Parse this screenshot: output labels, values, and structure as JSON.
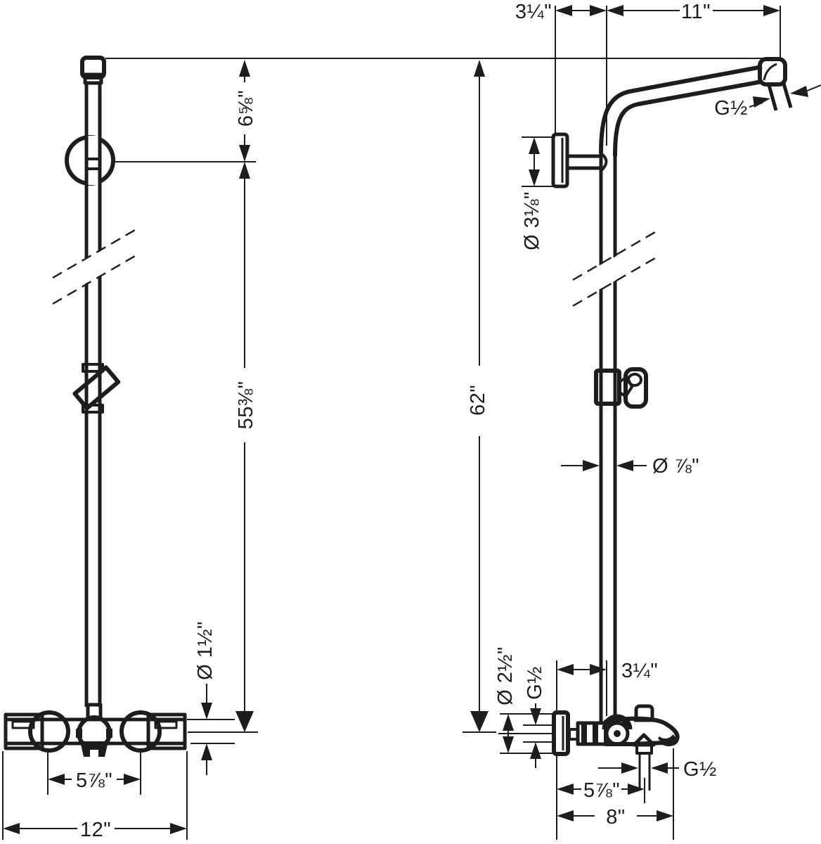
{
  "colors": {
    "line": "#1d1d1b",
    "background": "#ffffff"
  },
  "labels": {
    "arm_offset": "3¼\"",
    "arm_length": "11\"",
    "arm_thread": "G½",
    "top_to_bracket": "6⅝\"",
    "bracket_to_valve": "55⅜\"",
    "overall_height": "62\"",
    "flange_diameter": "Ø 3⅛\"",
    "pipe_diameter": "Ø ⅞\"",
    "valve_body_diameter": "Ø 1½\"",
    "escutcheon_diameter": "Ø 2½\"",
    "inlet_thread": "G½",
    "wall_offset_bottom": "3¼\"",
    "handle_spacing": "5⅞\"",
    "valve_width": "12\"",
    "outlet_offset": "5⅞\"",
    "spout_reach": "8\"",
    "outlet_thread": "G½"
  }
}
